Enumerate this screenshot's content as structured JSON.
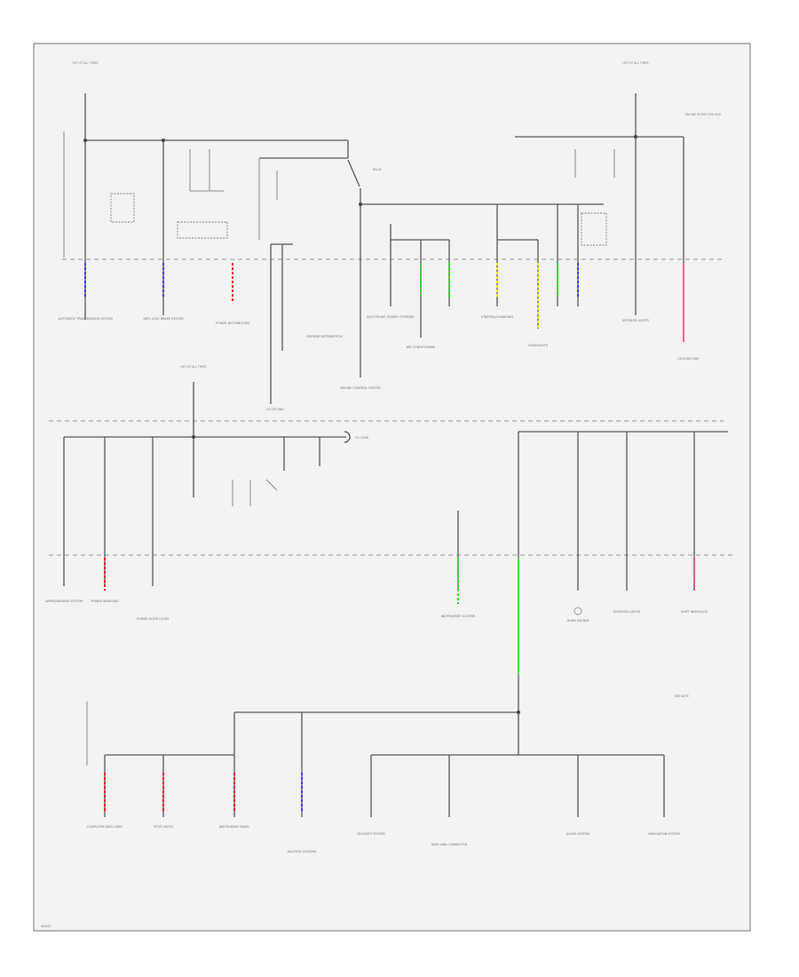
{
  "diagram": {
    "code": "W0000",
    "colors": {
      "blue": "#3a3aff",
      "red": "#ff1a1a",
      "green": "#22e822",
      "yellow": "#f0f000",
      "pink": "#ff4f70",
      "wire": "#555555"
    },
    "nodes": {
      "top_left_source": "HOT AT ALL TIMES",
      "top_right_source": "HOT AT ALL TIMES",
      "top_right_note": "ENGINE ROOM FUSE BOX",
      "relay_main": "RELAY",
      "mid_source": "HOT AT ALL TIMES",
      "mid_ground": "G1 GROUND",
      "mid_conn": "TO CONN"
    },
    "destinations_row1": [
      "AUTOMATIC TRANSMISSION SYSTEM",
      "ANTI-LOCK BRAKE SYSTEM",
      "POWER DISTRIBUTION",
      "GROUND DISTRIBUTION",
      "ENGINE CONTROL SYSTEM",
      "ELECTRONIC POWER STEERING",
      "AIR CONDITIONING",
      "STARTING/CHARGING",
      "HEADLIGHTS",
      "INTERIOR LIGHTS",
      "COOLING FAN"
    ],
    "destinations_row2": [
      "WIPER/WASHER SYSTEM",
      "POWER WINDOWS",
      "POWER DOOR LOCKS",
      "INSTRUMENT CLUSTER",
      "HORN SYSTEM",
      "EXTERIOR LIGHTS",
      "SHIFT INTERLOCK"
    ],
    "destinations_row3": [
      "COMPUTER DATA LINES",
      "STOP LIGHTS",
      "INSTRUMENT PANEL",
      "MULTIPLE SYSTEMS",
      "SECURITY SYSTEM",
      "DATA LINK CONNECTOR",
      "AUDIO SYSTEM",
      "NAVIGATION SYSTEM"
    ],
    "note_right": "SEE NOTE"
  }
}
